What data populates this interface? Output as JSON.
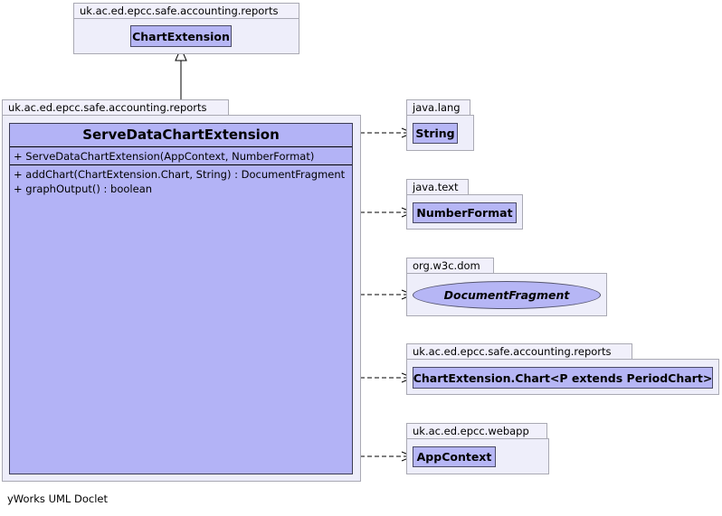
{
  "packages": {
    "top": "uk.ac.ed.epcc.safe.accounting.reports",
    "main": "uk.ac.ed.epcc.safe.accounting.reports",
    "lang": "java.lang",
    "text": "java.text",
    "dom": "org.w3c.dom",
    "reports2": "uk.ac.ed.epcc.safe.accounting.reports",
    "webapp": "uk.ac.ed.epcc.webapp"
  },
  "classes": {
    "chart_extension": "ChartExtension",
    "string": "String",
    "number_format": "NumberFormat",
    "document_fragment": "DocumentFragment",
    "chart": "ChartExtension.Chart<P extends PeriodChart>",
    "app_context": "AppContext"
  },
  "main_class": {
    "name": "ServeDataChartExtension",
    "constructors": [
      "+ ServeDataChartExtension(AppContext, NumberFormat)"
    ],
    "methods": [
      "+ addChart(ChartExtension.Chart, String) : DocumentFragment",
      "+ graphOutput() : boolean"
    ]
  },
  "footer": "yWorks UML Doclet"
}
